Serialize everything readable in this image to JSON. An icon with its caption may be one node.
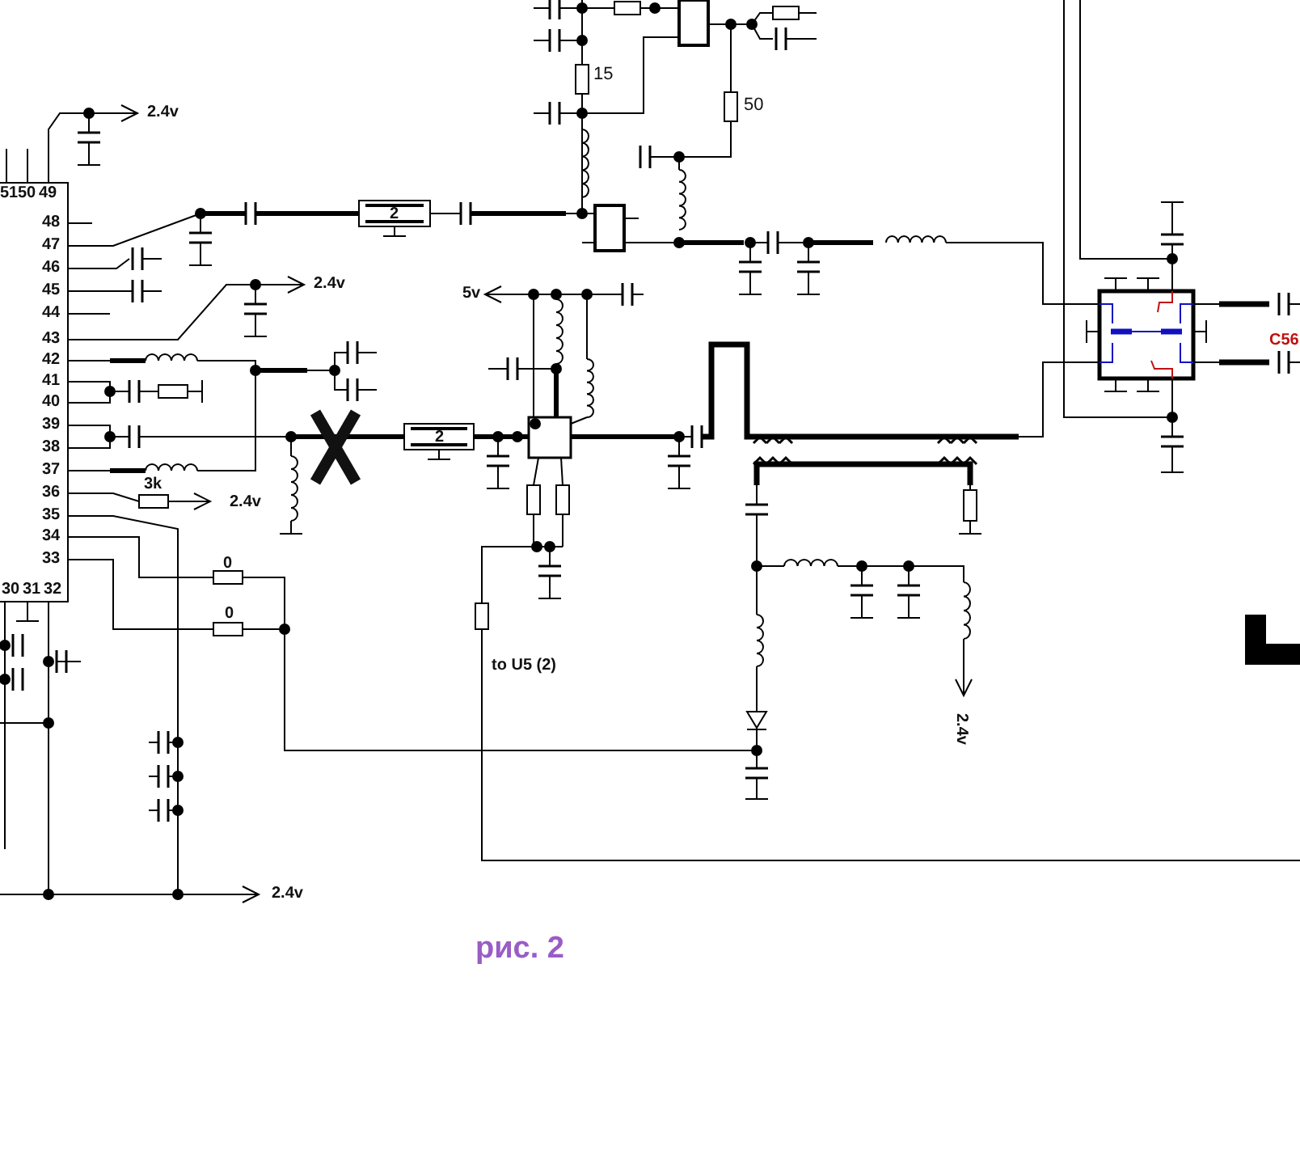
{
  "diagram": {
    "caption": "рис. 2",
    "labels": [
      "2.4v",
      "15",
      "50",
      "51",
      "50",
      "49",
      "48",
      "47",
      "46",
      "45",
      "44",
      "43",
      "42",
      "41",
      "40",
      "39",
      "38",
      "37",
      "36",
      "35",
      "34",
      "33",
      "2",
      "2.4v",
      "5v",
      "C56",
      "2",
      "3k",
      "2.4v",
      "0",
      "30",
      "31",
      "32",
      "0",
      "to U5 (2)",
      "2.4v",
      "2.4v"
    ]
  }
}
